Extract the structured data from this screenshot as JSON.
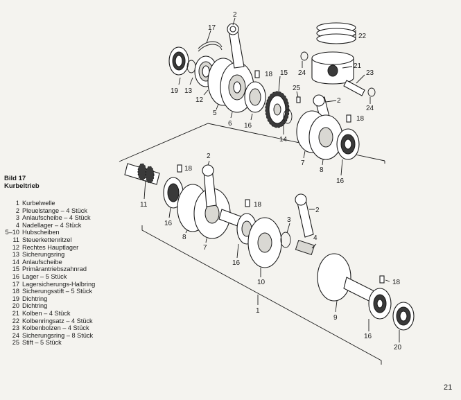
{
  "figure": {
    "title": "Bild 17",
    "subtitle": "Kurbeltrieb"
  },
  "legend": [
    {
      "num": "1",
      "text": "Kurbelwelle"
    },
    {
      "num": "2",
      "text": "Pleuelstange – 4 Stück"
    },
    {
      "num": "3",
      "text": "Anlaufscheibe – 4 Stück"
    },
    {
      "num": "4",
      "text": "Nadellager – 4 Stück"
    },
    {
      "num": "5–10",
      "text": "Hubscheiben"
    },
    {
      "num": "11",
      "text": "Steuerkettenritzel"
    },
    {
      "num": "12",
      "text": "Rechtes Hauptlager"
    },
    {
      "num": "13",
      "text": "Sicherungsring"
    },
    {
      "num": "14",
      "text": "Anlaufscheibe"
    },
    {
      "num": "15",
      "text": "Primärantriebszahnrad"
    },
    {
      "num": "16",
      "text": "Lager – 5 Stück"
    },
    {
      "num": "17",
      "text": "Lagersicherungs-Halbring"
    },
    {
      "num": "18",
      "text": "Sicherungsstift – 5 Stück"
    },
    {
      "num": "19",
      "text": "Dichtring"
    },
    {
      "num": "20",
      "text": "Dichtring"
    },
    {
      "num": "21",
      "text": "Kolben – 4 Stück"
    },
    {
      "num": "22",
      "text": "Kolbenringsatz – 4 Stück"
    },
    {
      "num": "23",
      "text": "Kolbenbolzen – 4 Stück"
    },
    {
      "num": "24",
      "text": "Sicherungsring – 8 Stück"
    },
    {
      "num": "25",
      "text": "Stift – 5 Stück"
    }
  ],
  "callouts": {
    "c2a": "2",
    "c17": "17",
    "c22": "22",
    "c24a": "24",
    "c21": "21",
    "c23": "23",
    "c24b": "24",
    "c19": "19",
    "c13": "13",
    "c12": "12",
    "c5": "5",
    "c6": "6",
    "c18a": "18",
    "c15": "15",
    "c16a": "16",
    "c25": "25",
    "c14": "14",
    "c2b": "2",
    "c18b": "18",
    "c7a": "7",
    "c8a": "8",
    "c16b": "16",
    "c2c": "2",
    "c18c": "18",
    "c11": "11",
    "c16c": "16",
    "c8b": "8",
    "c7b": "7",
    "c18d": "18",
    "c2d": "2",
    "c3": "3",
    "c4": "4",
    "c16d": "16",
    "c10": "10",
    "c18e": "18",
    "c1": "1",
    "c9": "9",
    "c16e": "16",
    "c20": "20"
  },
  "page_number": "21"
}
